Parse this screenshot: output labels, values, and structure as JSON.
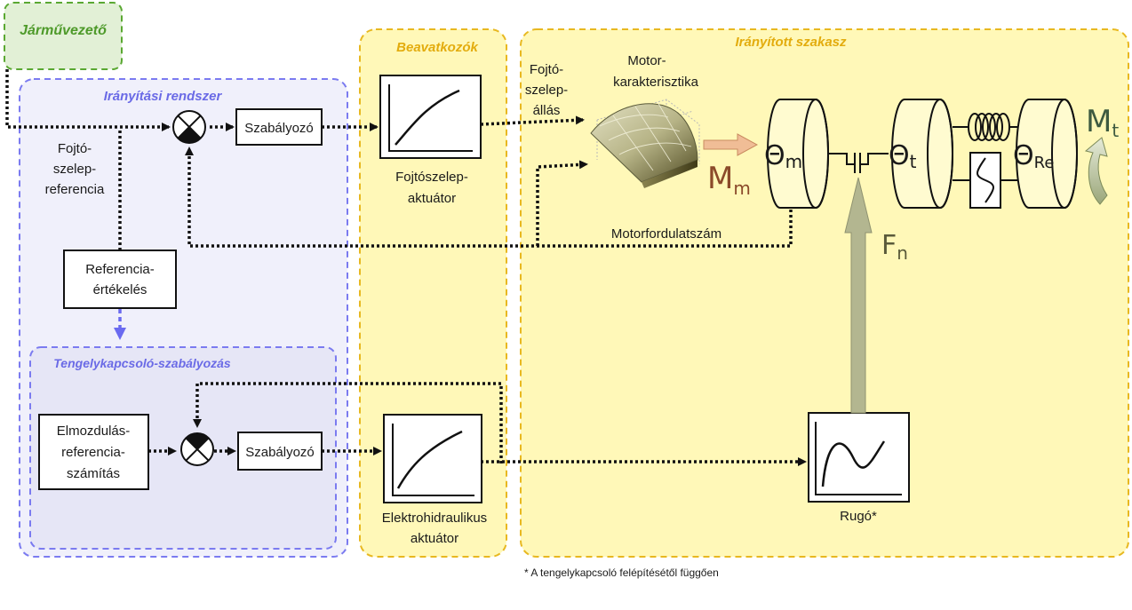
{
  "groups": {
    "driver": "Járművezető",
    "control_system": "Irányítási rendszer",
    "actuators": "Beavatkozók",
    "plant": "Irányított szakasz",
    "clutch_control": "Tengelykapcsoló-szabályozás"
  },
  "blocks": {
    "controller_top": "Szabályozó",
    "controller_bottom": "Szabályozó",
    "ref_eval": [
      "Referencia-",
      "értékelés"
    ],
    "disp_ref": [
      "Elmozdulás-",
      "referencia-",
      "számítás"
    ],
    "throttle_actuator": [
      "Fojtószelep-",
      "aktuátor"
    ],
    "electrohydraulic_actuator": [
      "Elektrohidraulikus",
      "aktuátor"
    ],
    "spring": "Rugó*"
  },
  "signals": {
    "throttle_ref": [
      "Fojtó-",
      "szelep-",
      "referencia"
    ],
    "throttle_pos": [
      "Fojtó-",
      "szelep-",
      "állás"
    ],
    "engine_map": [
      "Motor-",
      "karakterisztika"
    ],
    "engine_speed": "Motorfordulatszám"
  },
  "symbols": {
    "engine_torque": {
      "base": "M",
      "sub": "m"
    },
    "theta_m": {
      "base": "Θ",
      "sub": "m"
    },
    "theta_t": {
      "base": "Θ",
      "sub": "t"
    },
    "theta_re": {
      "base": "Θ",
      "sub": "Re"
    },
    "load_torque": {
      "base": "M",
      "sub": "t"
    },
    "normal_force": {
      "base": "F",
      "sub": "n"
    }
  },
  "footnote": "* A tengelykapcsoló felépítésétől függően",
  "colors": {
    "driver_border": "#5aa832",
    "driver_fill": "#e2f0d6",
    "driver_text": "#4e9a2a",
    "control_border": "#7b7bf0",
    "control_fill": "#f0f0fb",
    "control_text": "#6a6ae6",
    "yellow_border": "#e8b820",
    "yellow_fill": "#fff8b8",
    "yellow_text": "#e3ac0e",
    "torque_arrow": "#f0bd96",
    "torque_text": "#8b4a2a",
    "force_arrow": "#b3b690",
    "force_text": "#5a5a3a",
    "load_arrow": "#bcc6a4"
  }
}
